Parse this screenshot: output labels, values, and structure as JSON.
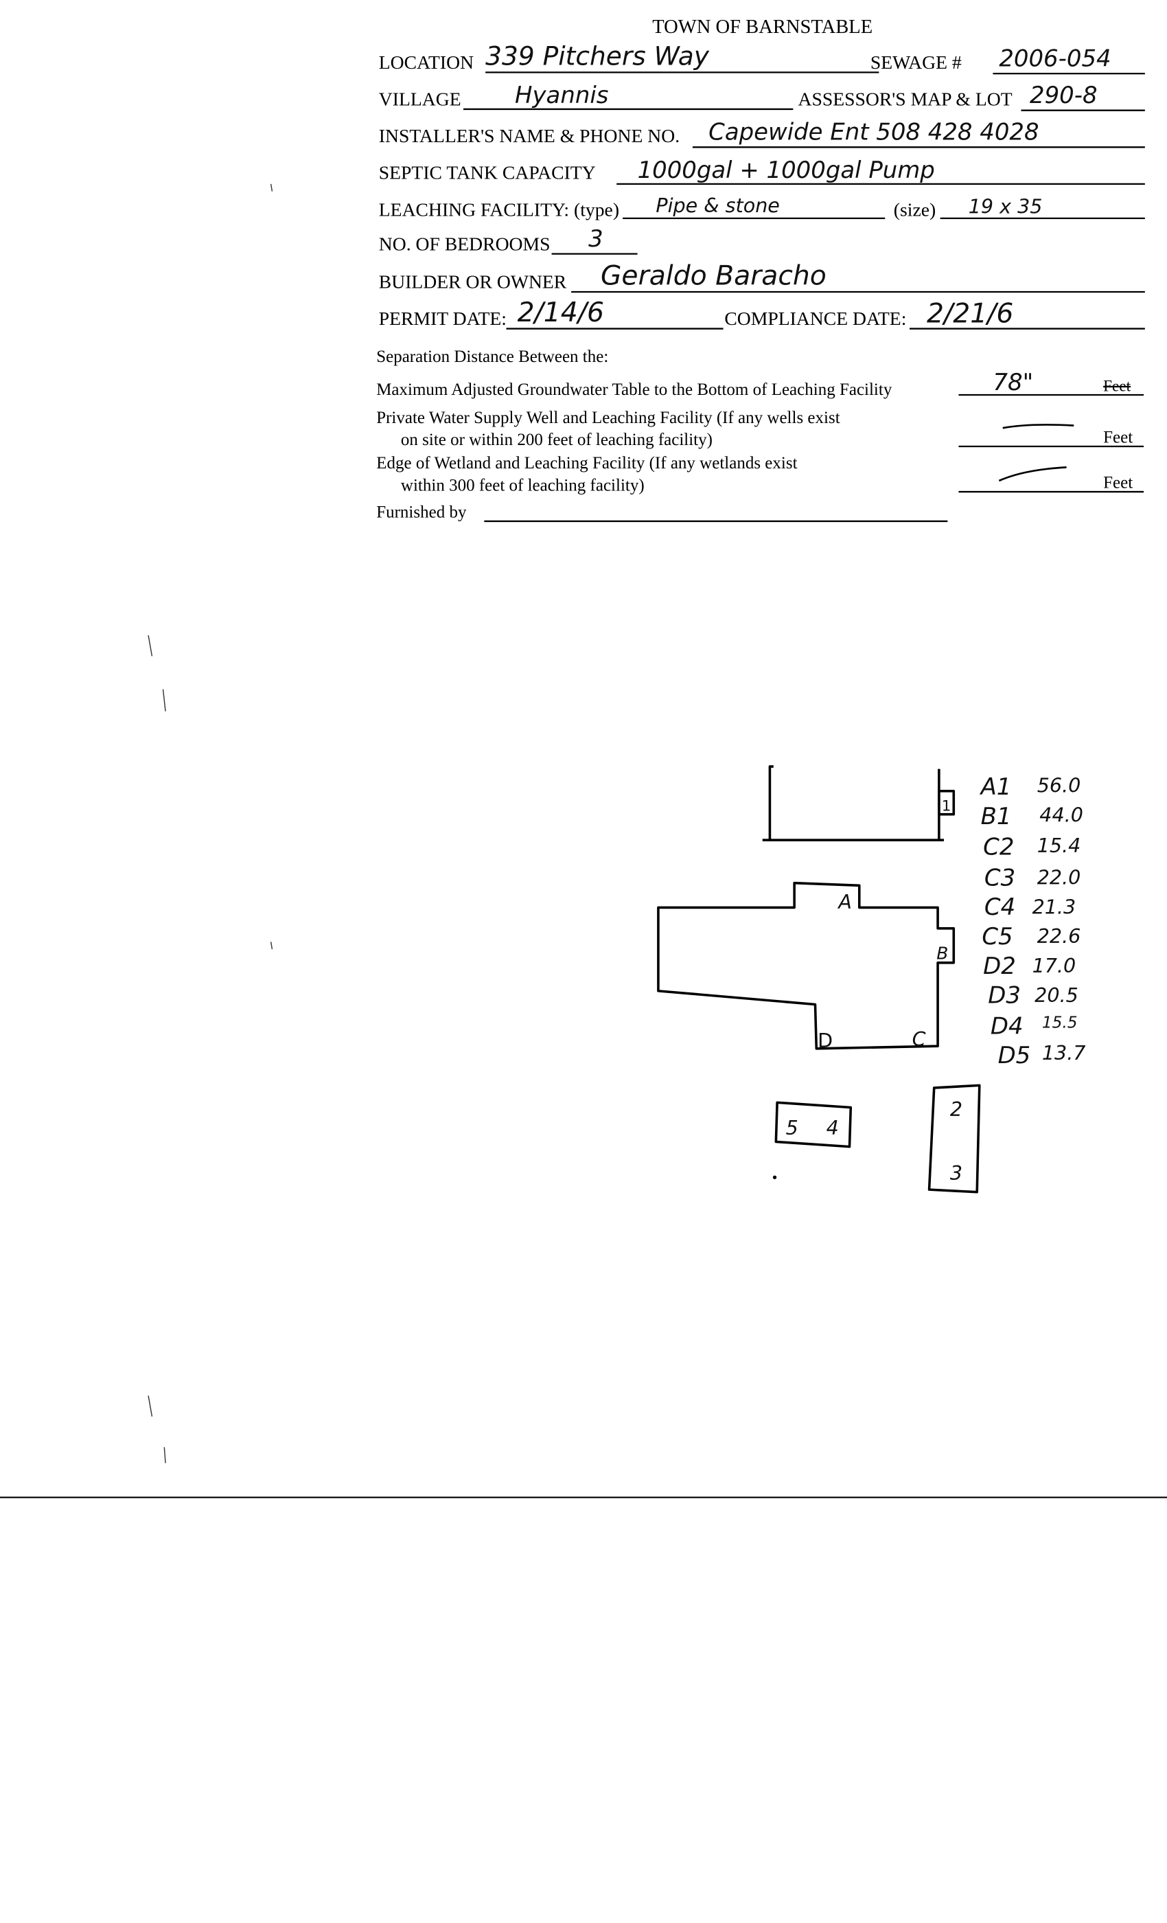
{
  "form": {
    "title": "TOWN OF BARNSTABLE",
    "location_label": "LOCATION",
    "location_value": "339 Pitchers Way",
    "sewage_label": "SEWAGE #",
    "sewage_value": "2006-054",
    "village_label": "VILLAGE",
    "village_value": "Hyannis",
    "map_lot_label": "ASSESSOR'S MAP & LOT",
    "map_lot_value": "290-8",
    "installer_label": "INSTALLER'S NAME & PHONE NO.",
    "installer_value": "Capewide Ent  508 428 4028",
    "septic_label": "SEPTIC TANK CAPACITY",
    "septic_value": "1000gal + 1000gal Pump",
    "leaching_type_label": "LEACHING FACILITY: (type)",
    "leaching_type_value": "Pipe & stone",
    "leaching_size_label": "(size)",
    "leaching_size_value": "19 x 35",
    "bedrooms_label": "NO. OF BEDROOMS",
    "bedrooms_value": "3",
    "owner_label": "BUILDER OR OWNER",
    "owner_value": "Geraldo Baracho",
    "permit_date_label": "PERMIT DATE:",
    "permit_date_value": "2/14/6",
    "compliance_date_label": "COMPLIANCE DATE:",
    "compliance_date_value": "2/21/6"
  },
  "separation": {
    "heading": "Separation Distance Between the:",
    "groundwater_label": "Maximum Adjusted Groundwater Table to the Bottom of Leaching Facility",
    "groundwater_value": "78\"",
    "groundwater_unit": "Feet",
    "well_label_1": "Private Water Supply Well and Leaching Facility  (If any wells exist",
    "well_label_2": "on site or within 200 feet of leaching facility)",
    "well_value": "—",
    "well_unit": "Feet",
    "wetland_label_1": "Edge of Wetland and Leaching Facility (If any wetlands exist",
    "wetland_label_2": "within 300 feet of leaching facility)",
    "wetland_value": "—",
    "wetland_unit": "Feet",
    "furnished_label": "Furnished by"
  },
  "sketch": {
    "corner_labels": [
      "A",
      "B",
      "C",
      "D"
    ],
    "structure_labels": [
      "1",
      "2",
      "3",
      "4",
      "5"
    ],
    "measurements": [
      {
        "ref": "A1",
        "value": "56.0"
      },
      {
        "ref": "B1",
        "value": "44.0"
      },
      {
        "ref": "C2",
        "value": "15.4"
      },
      {
        "ref": "C3",
        "value": "22.0"
      },
      {
        "ref": "C4",
        "value": "21.3"
      },
      {
        "ref": "C5",
        "value": "22.6"
      },
      {
        "ref": "D2",
        "value": "17.0"
      },
      {
        "ref": "D3",
        "value": "20.5"
      },
      {
        "ref": "D4",
        "value": "15.5"
      },
      {
        "ref": "D5",
        "value": "13.7"
      }
    ]
  }
}
